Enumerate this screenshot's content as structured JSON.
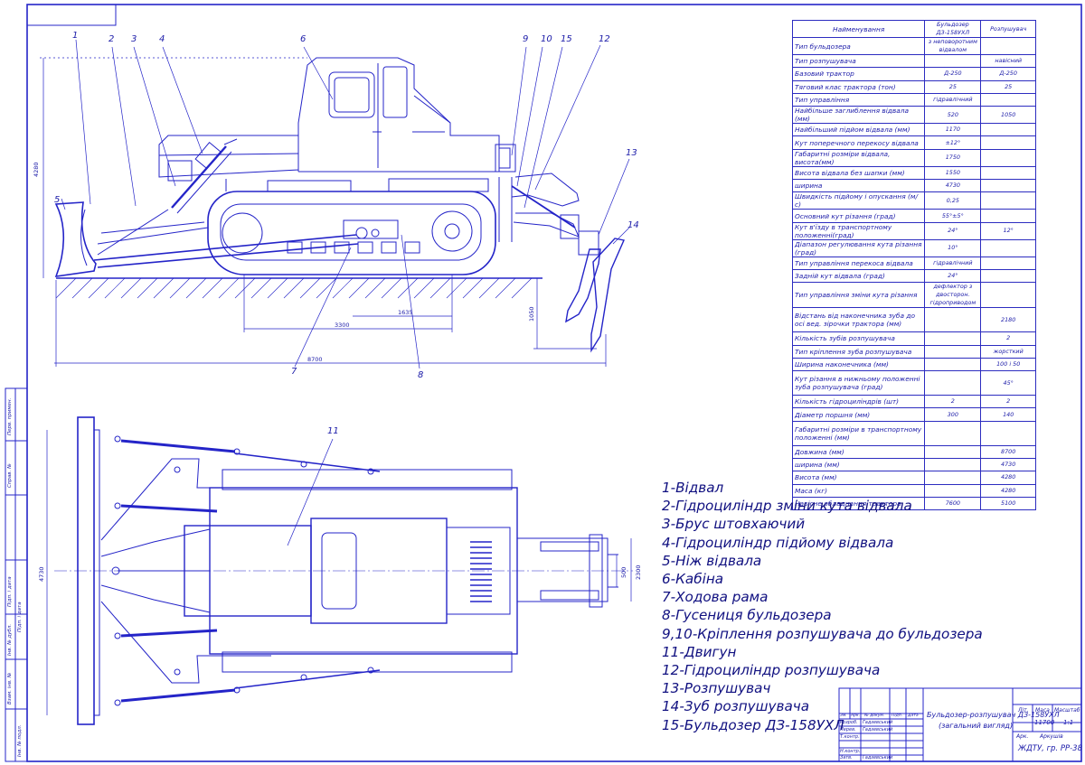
{
  "spec_table": {
    "header": [
      "Найменування",
      "Бульдозер ДЗ-158УХЛ",
      "Розпушувач"
    ],
    "rows": [
      {
        "name": "Тип бульдозера",
        "v1": "з неповоротним відвалом",
        "v2": ""
      },
      {
        "name": "Тип розпушувача",
        "v1": "",
        "v2": "навісний"
      },
      {
        "name": "Базовий трактор",
        "v1": "Д-250",
        "v2": "Д-250"
      },
      {
        "name": "Тяговий клас трактора (тон)",
        "v1": "25",
        "v2": "25"
      },
      {
        "name": "Тип управління",
        "v1": "гідравлічний",
        "v2": ""
      },
      {
        "name": "Найбільше заглиблення відвала (мм)",
        "v1": "520",
        "v2": "1050"
      },
      {
        "name": "Найбільший підйом відвала (мм)",
        "v1": "1170",
        "v2": ""
      },
      {
        "name": "Кут поперечного перекосу відвала",
        "v1": "±12°",
        "v2": ""
      },
      {
        "name": "Габаритні розміри відвала, висота(мм)",
        "v1": "1750",
        "v2": ""
      },
      {
        "name": "Висота відвала без шапки (мм)",
        "v1": "1550",
        "v2": ""
      },
      {
        "name": "ширина",
        "v1": "4730",
        "v2": ""
      },
      {
        "name": "Швидкість підйому і опускання (м/с)",
        "v1": "0,25",
        "v2": ""
      },
      {
        "name": "Основний кут різання (град)",
        "v1": "55°±5°",
        "v2": ""
      },
      {
        "name": "Кут в'їзду в транспортному положенні(град)",
        "v1": "24°",
        "v2": "12°"
      },
      {
        "name": "Діапазон регулювання кута різання (град)",
        "v1": "10°",
        "v2": ""
      },
      {
        "name": "Тип управління перекоса відвала",
        "v1": "гідравлічний",
        "v2": ""
      },
      {
        "name": "Задній кут відвала (град)",
        "v1": "24°",
        "v2": ""
      },
      {
        "name": "Тип управління зміни кута різання",
        "v1": "дефлектор з двосторон. гідроприводом",
        "v2": ""
      },
      {
        "name": "Відстань від наконечника зуба до осі вед. зірочки трактора (мм)",
        "v1": "",
        "v2": "2180",
        "tall": true
      },
      {
        "name": "Кількість зубів розпушувача",
        "v1": "",
        "v2": "2"
      },
      {
        "name": "Тип кріплення зуба розпушувача",
        "v1": "",
        "v2": "жорсткий"
      },
      {
        "name": "Ширина наконечника (мм)",
        "v1": "",
        "v2": "100 і 50"
      },
      {
        "name": "Кут різання в нижньому положенні зуба розпушувача (град)",
        "v1": "",
        "v2": "45°",
        "tall": true
      },
      {
        "name": "Кількість гідроциліндрів (шт)",
        "v1": "2",
        "v2": "2"
      },
      {
        "name": "Діаметр поршня (мм)",
        "v1": "300",
        "v2": "140"
      },
      {
        "name": "Габаритні розміри в транспортному положенні (мм)",
        "v1": "",
        "v2": "",
        "tall": true
      },
      {
        "name": "Довжина (мм)",
        "v1": "",
        "v2": "8700"
      },
      {
        "name": "ширина (мм)",
        "v1": "",
        "v2": "4730"
      },
      {
        "name": "Висота (мм)",
        "v1": "",
        "v2": "4280"
      },
      {
        "name": "Маса (кг)",
        "v1": "",
        "v2": "4280"
      },
      {
        "name": "Навісне обладнання трактора",
        "v1": "7600",
        "v2": "5100"
      }
    ]
  },
  "legend": [
    "1-Відвал",
    "2-Гідроциліндр зміни кута відвала",
    "3-Брус штовхаючий",
    "4-Гідроциліндр підйому відвала",
    "5-Ніж відвала",
    "6-Кабіна",
    "7-Ходова рама",
    "8-Гусениця бульдозера",
    "9,10-Кріплення розпушувача до бульдозера",
    "11-Двигун",
    "12-Гідроциліндр розпушувача",
    "13-Розпушувач",
    "14-Зуб розпушувача",
    "15-Бульдозер ДЗ-158УХЛ"
  ],
  "callouts": [
    "1",
    "2",
    "3",
    "4",
    "5",
    "6",
    "7",
    "8",
    "9",
    "10",
    "15",
    "12",
    "13",
    "14",
    "11"
  ],
  "dimensions": {
    "height_total": "4280",
    "d1635": "1635",
    "d3300": "3300",
    "d8700": "8700",
    "d1050": "1050",
    "width_blade": "4730",
    "d500": "500",
    "d2300": "2300"
  },
  "title_block": {
    "title_line1": "Бульдозер-розпушувач ДЗ-158УХЛ",
    "title_line2": "(загальний вигляд)",
    "col_lit": "Літ.",
    "col_mass": "Маса",
    "col_scale": "Масштаб",
    "mass": "11700",
    "scale": "1:1",
    "sheet": "Арк.",
    "sheets": "Аркушів",
    "org": "ЖДТУ, гр. РР-38",
    "rows_left": [
      "Зм.",
      "Арк.",
      "№ докум.",
      "Підп.",
      "Дата"
    ],
    "razrob": "Розроб.",
    "perev": "Перев.",
    "tkontr": "Т.контр.",
    "nkontr": "Н.контр.",
    "zatv": "Затв.",
    "name1": "Гадзевський",
    "name2": "Гадзевський",
    "name3": "Гадзевський"
  },
  "sidebar": [
    "Перв. примен.",
    "Справ. №",
    "Підп. і дата",
    "Інв. № дубл.",
    "Взам. інв. №",
    "Підп. і дата",
    "Інв. № подл."
  ],
  "colors": {
    "line": "#2222cc",
    "text": "#1a1aa8",
    "paper": "#ffffff"
  }
}
